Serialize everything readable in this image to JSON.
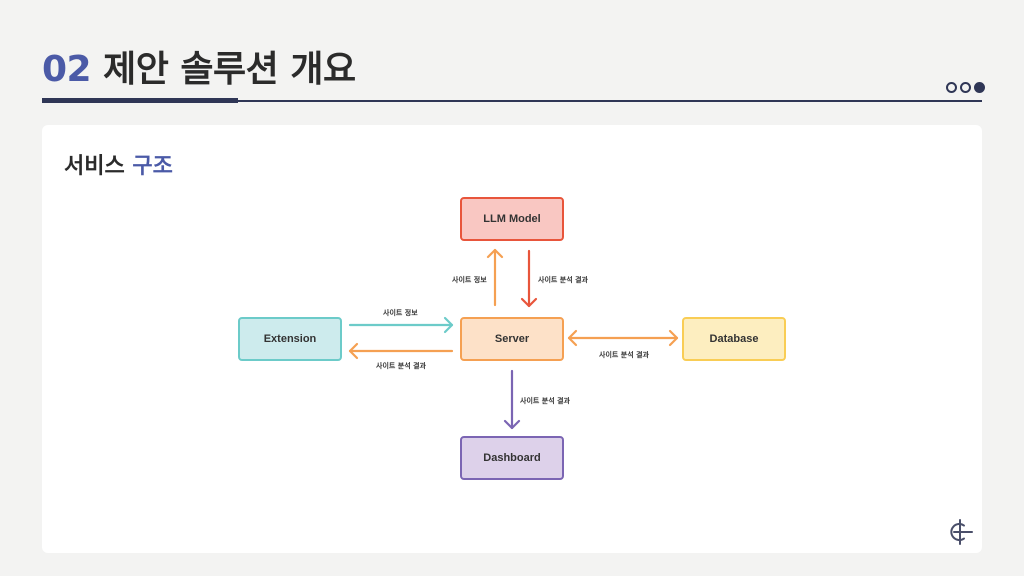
{
  "header": {
    "number": "02",
    "title": "제안 솔루션 개요"
  },
  "pagination": {
    "total": 3,
    "current": 3
  },
  "section": {
    "title_plain": "서비스",
    "title_accent": "구조"
  },
  "nodes": {
    "llm": {
      "label": "LLM Model",
      "fill": "#f9c7c2",
      "stroke": "#e8553b"
    },
    "server": {
      "label": "Server",
      "fill": "#fde1c8",
      "stroke": "#f5a052"
    },
    "extension": {
      "label": "Extension",
      "fill": "#cdebed",
      "stroke": "#6ccbc9"
    },
    "database": {
      "label": "Database",
      "fill": "#fdeec0",
      "stroke": "#f9cd55"
    },
    "dashboard": {
      "label": "Dashboard",
      "fill": "#ddd1ea",
      "stroke": "#7b65b3"
    }
  },
  "edges": {
    "server_to_llm": "사이트 정보",
    "llm_to_server": "사이트 분석 결과",
    "extension_to_server": "사이트 정보",
    "server_to_extension": "사이트 분석 결과",
    "server_database": "사이트 분석 결과",
    "server_to_dashboard": "사이트 분석 결과"
  },
  "colors": {
    "accent": "#4b5aa7",
    "navy": "#2f3656"
  }
}
